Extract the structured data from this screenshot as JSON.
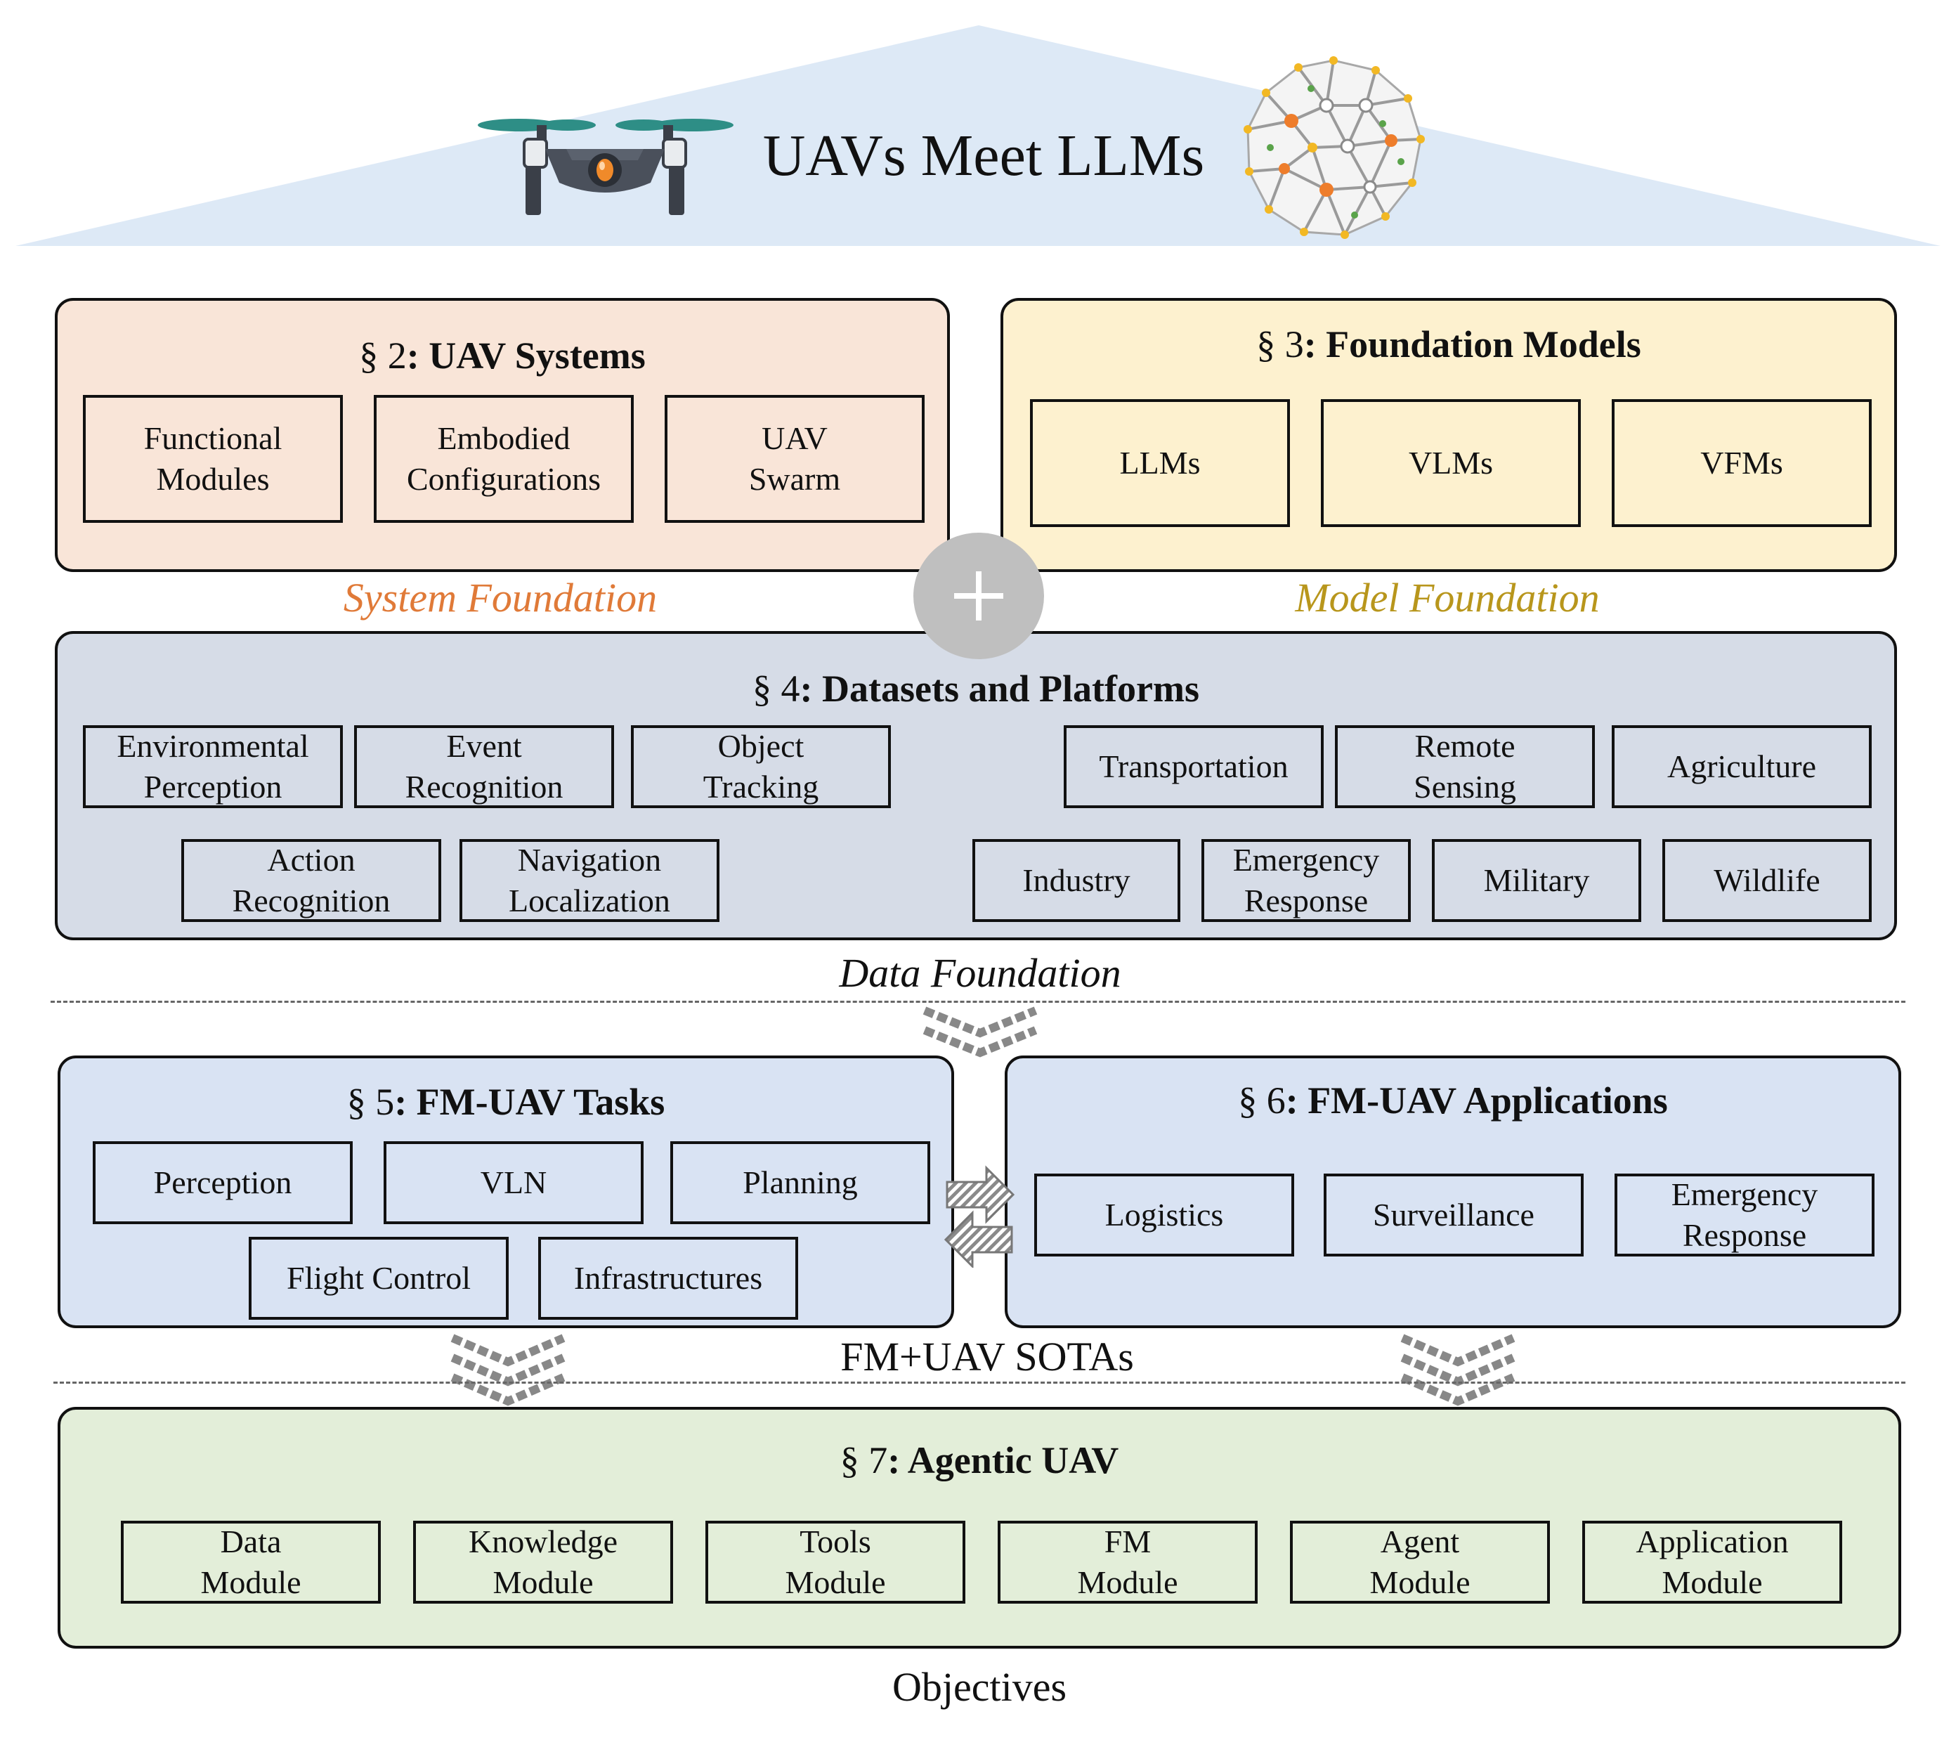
{
  "header": {
    "title": "UAVs Meet LLMs"
  },
  "uav_systems": {
    "section": "§ 2",
    "name": ": UAV Systems",
    "items": [
      "Functional\nModules",
      "Embodied\nConfigurations",
      "UAV\nSwarm"
    ]
  },
  "foundation_models": {
    "section": "§ 3",
    "name": ": Foundation Models",
    "items": [
      "LLMs",
      "VLMs",
      "VFMs"
    ]
  },
  "system_foundation": {
    "label": "System Foundation",
    "color": "#e07a38"
  },
  "model_foundation": {
    "label": "Model Foundation",
    "color": "#b8961c"
  },
  "datasets": {
    "section": "§ 4",
    "name": ": Datasets and Platforms",
    "tasks": [
      "Environmental\nPerception",
      "Event\nRecognition",
      "Object\nTracking",
      "Action\nRecognition",
      "Navigation\nLocalization"
    ],
    "domains": [
      "Transportation",
      "Remote\nSensing",
      "Agriculture",
      "Industry",
      "Emergency\nResponse",
      "Military",
      "Wildlife"
    ]
  },
  "data_foundation": {
    "label": "Data Foundation"
  },
  "fm_uav_tasks": {
    "section": "§ 5",
    "name": ": FM-UAV Tasks",
    "items": [
      "Perception",
      "VLN",
      "Planning",
      "Flight Control",
      "Infrastructures"
    ]
  },
  "fm_uav_apps": {
    "section": "§ 6",
    "name": ": FM-UAV Applications",
    "items": [
      "Logistics",
      "Surveillance",
      "Emergency\nResponse"
    ]
  },
  "sotas": {
    "label": "FM+UAV SOTAs"
  },
  "agentic_uav": {
    "section": "§ 7",
    "name": ": Agentic UAV",
    "items": [
      "Data\nModule",
      "Knowledge\nModule",
      "Tools\nModule",
      "FM\nModule",
      "Agent\nModule",
      "Application\nModule"
    ]
  },
  "objectives": {
    "label": "Objectives"
  },
  "colors": {
    "roof": "#dde9f6",
    "uav_systems_bg": "#f9e5d8",
    "foundation_models_bg": "#fdf1cf",
    "datasets_bg": "#d6dce7",
    "fm_bg": "#d9e3f3",
    "agentic_bg": "#e3eed9",
    "plus_circle": "#bfbfbf"
  }
}
